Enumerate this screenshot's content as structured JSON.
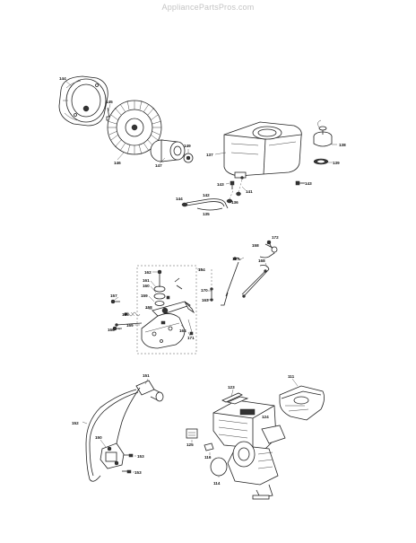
{
  "watermark": "AppliancePartsPros.com",
  "labels": {
    "l144": "144",
    "l145": "145",
    "l146": "146",
    "l147": "147",
    "l149": "149",
    "l137": "137",
    "l138": "138",
    "l139": "139",
    "l143a": "143",
    "l143b": "143",
    "l141": "141",
    "l144b": "144",
    "l142": "142",
    "l136": "136",
    "l135": "135",
    "l172": "172",
    "l158": "158",
    "l167": "167",
    "l168": "168",
    "l154": "154",
    "l162": "162",
    "l161": "161",
    "l160": "160",
    "l159": "159",
    "l157": "157",
    "l170": "170",
    "l163": "163",
    "l158b": "158",
    "l165": "165",
    "l164": "164",
    "l169": "169",
    "l166": "166",
    "l171": "171",
    "l151": "151",
    "l152": "152",
    "l150": "150",
    "l153a": "153",
    "l153b": "153",
    "l111": "111",
    "l123": "123",
    "l124": "124",
    "l125": "125",
    "l116": "116",
    "l114": "114"
  }
}
